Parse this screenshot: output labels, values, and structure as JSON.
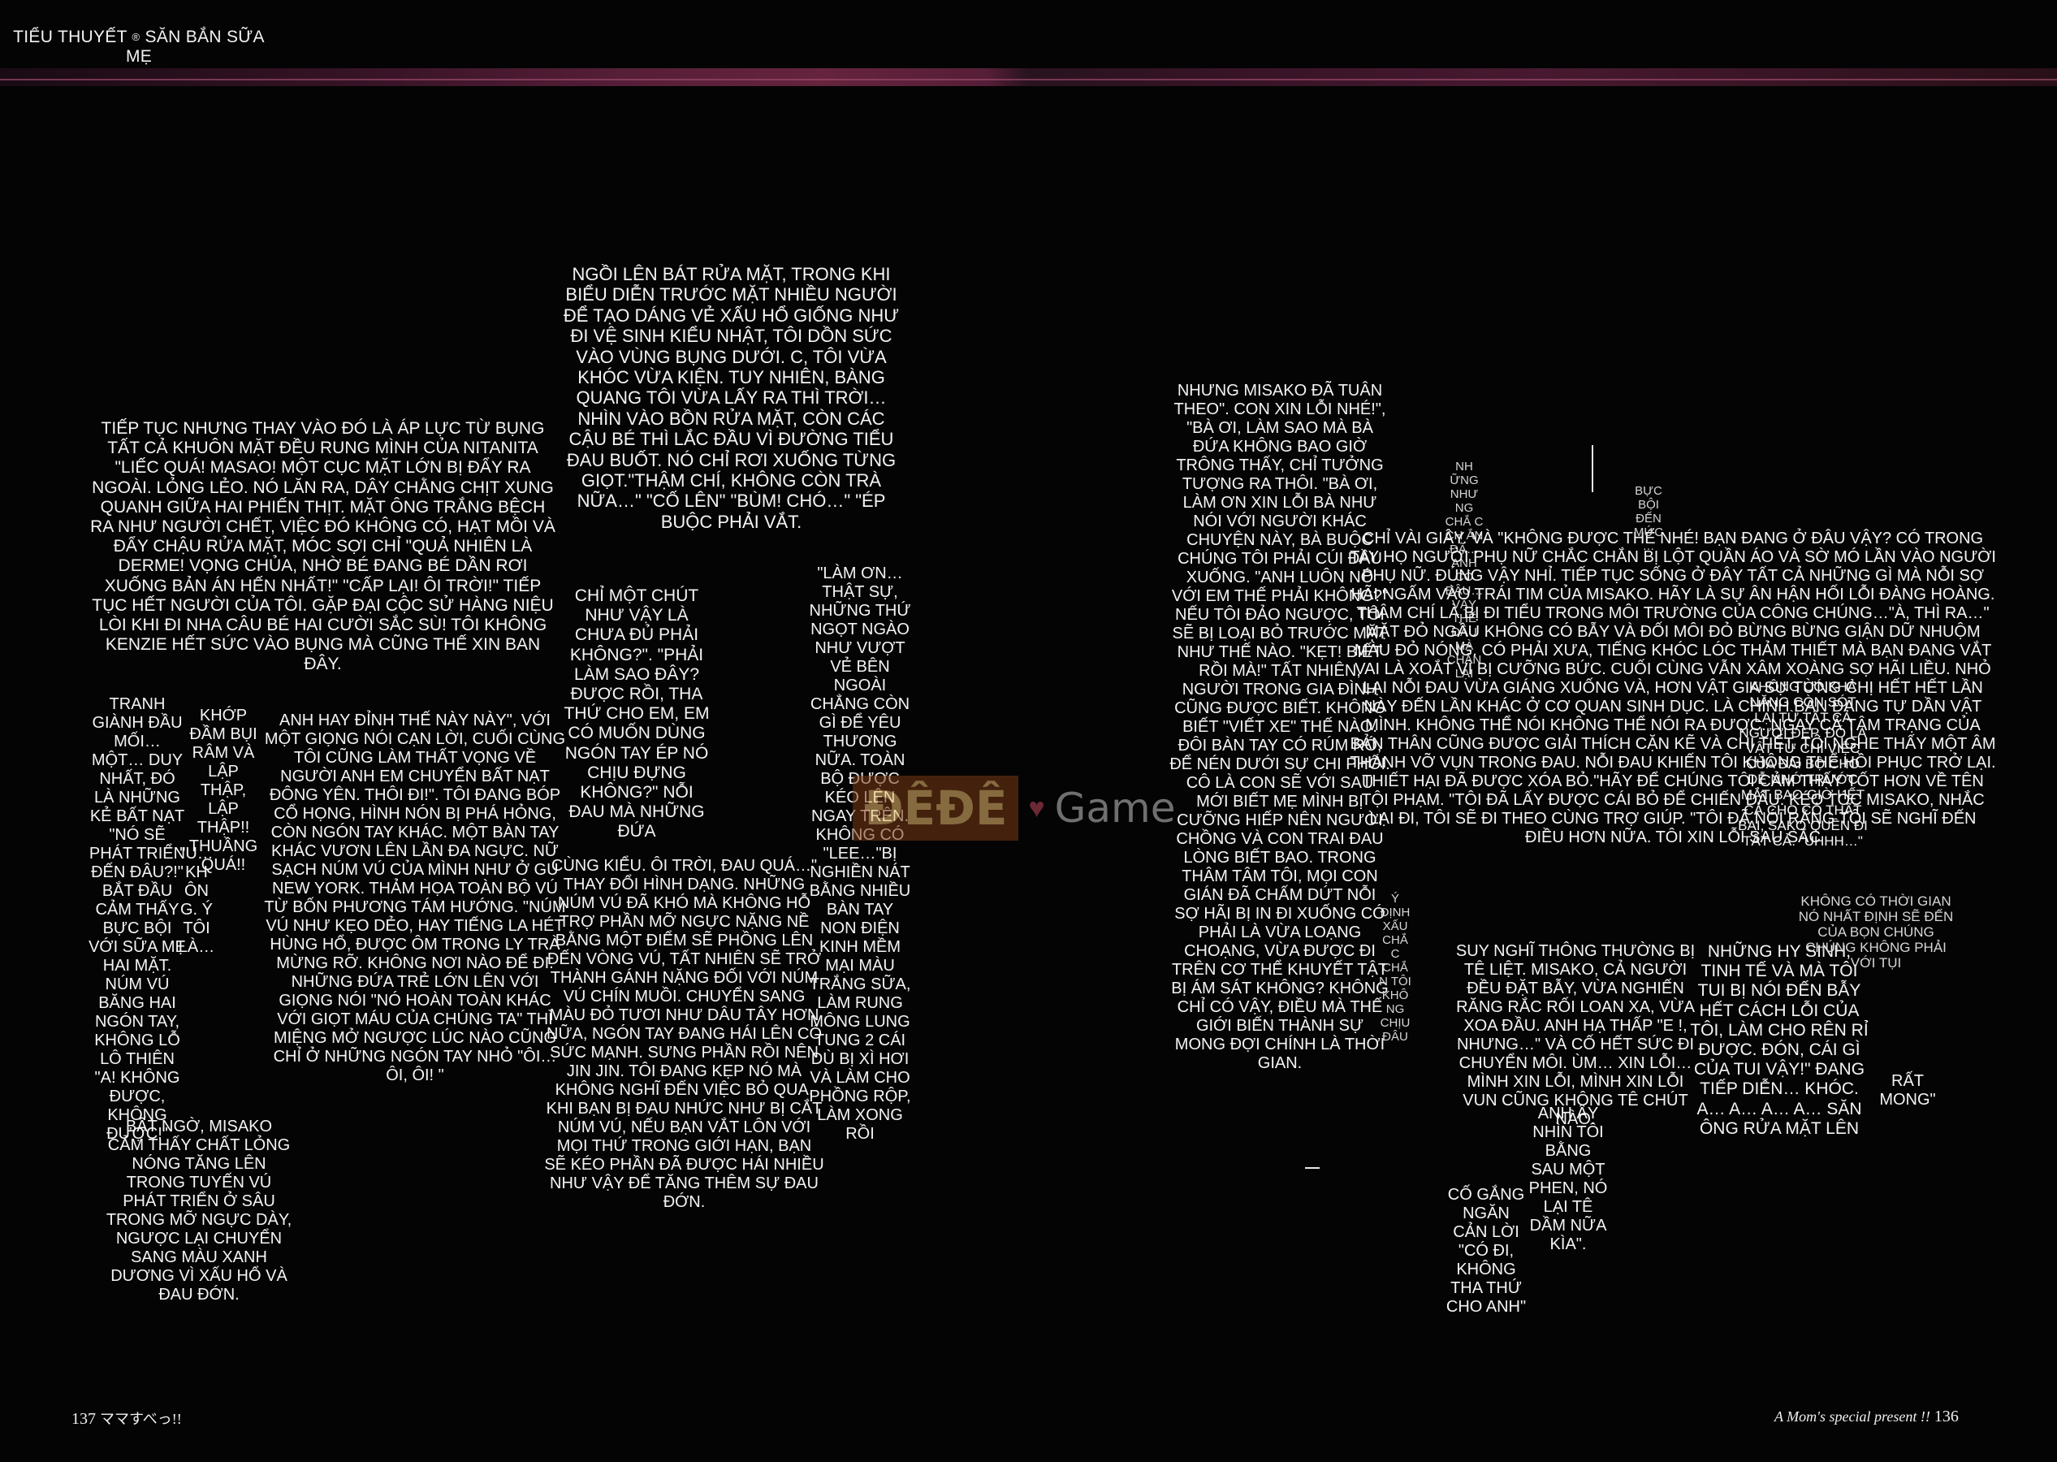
{
  "header": {
    "series": "TIỂU THUYẾT",
    "separator": "®",
    "title": "SĂN BẮN SỮA MẸ"
  },
  "watermark": {
    "brand": "ĐÊĐÊ",
    "suffix": "Game"
  },
  "footer": {
    "left_page": "137",
    "left_tail": "ママすべっ!!",
    "right_caption": "A Mom's special present !!",
    "right_page": "136"
  },
  "columns": [
    "TIẾP TỤC NHƯNG THAY VÀO ĐÓ LÀ ÁP LỰC TỪ BỤNG TẤT CẢ KHUÔN MẶT ĐỀU RUNG MÌNH CỦA NITANITA \"LIẾC QUÁ! MASAO! MỘT CỤC MẶT LỚN BỊ ĐẨY RA NGOÀI. LỎNG LẺO. NÓ LĂN RA, DÂY CHẰNG CHỊT XUNG QUANH GIỮA HAI PHIẾN THỊT. MẶT ÔNG TRẮNG BỆCH RA NHƯ NGƯỜI CHẾT, VIỆC ĐÓ KHÔNG CÓ, HẠT MỒI VÀ ĐẨY CHẬU RỬA MẶT, MÓC SỢI CHỈ \"QUẢ NHIÊN LÀ DERME! VỌNG CHỦA, NHỜ BÉ ĐANG BÉ DẦN RƠI XUỐNG BẢN ÁN HẾN NHẤT!\" \"CẤP LẠI! ÔI TRỜI!\" TIẾP TỤC HẾT NGƯỜI CỦA TÔI. GẶP ĐẠI CỘC SỬ HÀNG NIỆU LÒI KHI ĐI NHA CÂU BÉ HAI CƯỜI SẮC SÙ! TÔI KHÔNG KENZIE HẾT SỨC VÀO BỤNG MÀ CŨNG THẾ XIN BAN ĐÂY.",
    "TRANH GIÀNH ĐẦU MỐI… MỘT… DUY NHẤT, ĐÓ LÀ NHỮNG KẺ BẤT NẠT \"NÓ SẼ PHÁT TRIỂN ĐẾN ĐÂU?!\" BẮT ĐẦU CẢM THẤY BỰC BỘI VỚI SỮA MẸ HAI MẶT. NÚM VÚ BĂNG HAI NGÓN TAY, KHÔNG LỖ LÔ THIÊN \"A! KHÔNG ĐƯỢC, KHÔNG ĐƯỢC!\"",
    "KHỚP ĐẦM BỤI RÂM VÀ LẬP THẬP, LẬP THẬP!! THUẦNG QUÁ!!",
    "\"U… KH ÔN G. Ý TÔI LÀ…",
    "BẤT NGỜ, MISAKO CẢM THẤY CHẤT LỎNG NÓNG TĂNG LÊN TRONG TUYẾN VÚ PHÁT TRIỂN Ở SÂU TRONG MỠ NGỰC DÀY, NGƯỢC LẠI CHUYỂN SANG MÀU XANH DƯƠNG VÌ XẤU HỔ VÀ ĐAU ĐỚN.",
    "NGỒI LÊN BÁT RỬA MẶT, TRONG KHI BIỂU DIỄN TRƯỚC MẶT NHIỀU NGƯỜI ĐỂ TẠO DÁNG VẺ XẤU HỔ GIỐNG NHƯ ĐI VỆ SINH KIỂU NHẬT, TÔI DỒN SỨC VÀO VÙNG BỤNG DƯỚI. C, TÔI VỪA KHÓC VỪA KIỆN. TUY NHIÊN, BÀNG QUANG TÔI VỪA LẤY RA THÌ TRỜI… NHÌN VÀO BỒN RỬA MẶT, CÒN CÁC CẬU BÉ THÌ LẮC ĐẦU VÌ ĐƯỜNG TIỂU ĐAU BUỐT. NÓ CHỈ RƠI XUỐNG TỪNG GIỌT.\"THẬM CHÍ, KHÔNG CÒN TRÀ NỮA…\" \"CỐ LÊN\" \"BÙM! CHÓ…\" \"ÉP BUỘC PHẢI VẮT.",
    "ANH HAY ĐỈNH THẾ NÀY NÀY\", VỚI MỘT GIỌNG NÓI CẠN LỜI, CUỐI CÙNG TÔI CŨNG LÀM THẤT VỌNG VỀ NGƯỜI ANH EM CHUYỂN BẤT NẠT ĐÔNG YÊN. THÔI ĐI!\". TÔI ĐANG BÓP CỔ HỌNG, HÌNH NÓN BỊ PHÁ HỎNG, CÒN NGÓN TAY KHÁC. MỘT BÀN TAY KHÁC VƯƠN LÊN LẦN ĐA NGỰC. NỮ SẠCH NÚM VÚ CỦA MÌNH NHƯ Ở GU NEW YORK. THẢM HỌA TOÀN BỘ VÚ TỪ BỐN PHƯƠNG TÁM HƯỚNG. \"NÚM VÚ NHƯ KẸO DẺO, HAY TIẾNG LA HÉT HÙNG HỔ, ĐƯỢC ÔM TRONG LY TRÀ MỪNG RỠ. KHÔNG NƠI NÀO ĐỂ ĐI. NHỮNG ĐỨA TRẺ LỚN LÊN VỚI GIỌNG NÓI \"NÓ HOÀN TOÀN KHÁC VỚI GIỌT MÁU CỦA CHÚNG TA\" THÌ MIỆNG MỞ NGƯỢC LÚC NÀO CŨNG CHỈ Ở NHỮNG NGÓN TAY NHỎ \"ÔI…ÔI, ÔI! \"",
    "CHỈ MỘT CHÚT NHƯ VẬY LÀ CHƯA ĐỦ PHẢI KHÔNG?\". \"PHẢI LÀM SAO ĐÂY? ĐƯỢC RỒI, THA THỨ CHO EM, EM CÓ MUỐN DÙNG NGÓN TAY ÉP NÓ CHỊU ĐỰNG KHÔNG?\" NỖI ĐAU MÀ NHỮNG ĐỨA",
    "CÙNG KIỂU. ÔI TRỜI, ĐAU QUÁ…\" THAY ĐỔI HÌNH DẠNG. NHỮNG NÚM VÚ ĐÃ KHÓ MÀ KHÔNG HỖ TRỢ PHẦN MỠ NGỰC NẶNG NỀ BẰNG MỘT ĐIỂM SẼ PHỒNG LÊN ĐẾN VÒNG VÚ, TẤT NHIÊN SẼ TRỞ THÀNH GÁNH NẶNG ĐỐI VỚI NÚM VÚ CHÍN MUỒI. CHUYỂN SANG MÀU ĐỎ TƯƠI NHƯ DÂU TÂY HƠN NỮA, NGÓN TAY ĐANG HÁI LÊN CÓ SỨC MẠNH. SƯNG PHẦN RỒI NÊN JIN JIN. TÔI ĐANG KẸP NÓ MÀ KHÔNG NGHĨ ĐẾN VIỆC BỎ QUA. KHI BẠN BỊ ĐAU NHỨC NHƯ BỊ CẮT NÚM VÚ, NẾU BẠN VẮT LÔN VỚI MỌI THỨ TRONG GIỚI HẠN, BẠN SẼ KÉO PHẦN ĐÃ ĐƯỢC HÁI NHIỀU NHƯ VẬY ĐỂ TĂNG THÊM SỰ ĐAU ĐỚN.",
    "\"LÀM ƠN… THẬT SỰ, NHỮNG THỨ NGỌT NGÀO NHƯ VƯỢT VẺ BÊN NGOÀI CHẲNG CÒN GÌ ĐỂ YÊU THƯƠNG NỮA. TOÀN BỘ ĐƯỢC KÉO LÊN NGAY TRÊN. KHÔNG CÓ \"LEE…\"BỊ NGHIỀN NÁT BẰNG NHIỀU BÀN TAY NON ĐIỆN KINH MỀM MẠI MÀU TRẮNG SỮA, LÀM RUNG MÔNG LUNG TUNG 2 CÁI DÙ BỊ XÌ HƠI VÀ LÀM CHO PHỒNG RỘP, LÀM XONG RỒI",
    "NHƯNG MISAKO ĐÃ TUÂN THEO\". CON XIN LỖI NHÉ!\", \"BÀ ƠI, LÀM SAO MÀ BÀ ĐỨA KHÔNG BAO GIỜ TRÔNG THẤY, CHỈ TƯỞNG TƯỢNG RA THÔI. \"BÀ ƠI, LÀM ƠN XIN LỖI BÀ NHƯ NÓI VỚI NGƯỜI KHÁC CHUYỆN NÀY, BÀ BUỘC CHÚNG TÔI PHẢI CÚI ĐẦU XUỐNG. \"ANH LUÔN NÓ VỚI EM THẾ PHẢI KHÔNG?\" NẾU TÔI ĐẢO NGƯỢC, TÔI SẼ BỊ LOẠI BỎ TRƯỚC MẶT NHƯ THẾ NÀO. \"KẸT! BIẾT RỒI MÀ!\" TẤT NHIÊN, NGƯỜI TRONG GIA ĐÌNH CŨNG ĐƯỢC BIẾT. KHÔNG BIẾT \"VIẾT XE\" THẾ NÀO. ĐÔI BÀN TAY CÓ RÚM RÓ, ĐỂ NÉN DƯỚI SỰ CHI PHỐI. CÔ LÀ CON SẼ VỚI SAU MỚI BIẾT MẸ MÌNH BỊ CƯỠNG HIẾP NÊN NGƯỜI CHỒNG VÀ CON TRAI ĐAU LÒNG BIẾT BAO. TRONG THÂM TÂM TÔI, MỌI CON GIÁN ĐÃ CHẤM DỨT NỖI SỢ HÃI BỊ IN ĐI XUỐNG CÓ PHẢI LÀ VỪA LOẠNG CHOẠNG, VỪA ĐƯỢC ĐI TRÊN CƠ THỂ KHUYẾT TẬT BỊ ÁM SÁT KHÔNG? KHÔNG CHỈ CÓ VẬY, ĐIỀU MÀ THẾ GIỚI BIẾN THÀNH SỰ MONG ĐỢI CHÍNH LÀ THỜI GIAN.",
    "NH ỮNG NHƯ NG CHẮ C CH ẮN ĐÃ… ANH CÓ ĐÂU… VẬY THẾ ĐÂU MÀ CHÂN LẠI",
    "CHỈ VÀI GIÂY. VÀ \"KHÔNG ĐƯỢC THẾ NHÉ! BẠN ĐANG Ở ĐÂU VẬY? CÓ TRONG TAY HỌ NGƯỜI PHỤ NỮ CHẮC CHẮN BỊ LỘT QUẦN ÁO VÀ SỜ MÓ LẦN VÀO NGƯỜI PHỤ NỮ. ĐÚNG VẬY NHỈ. TIẾP TỤC SỐNG Ở ĐÂY TẤT CẢ NHỮNG GÌ MÀ NỖI SỢ HÃI NGẤM VÀO TRÁI TIM CỦA MISAKO. HÃY LÀ SỰ ÂN HẬN HỐI LỖI ĐÀNG HOÀNG. THÂM CHÍ LÀ BỊ ĐI TIỂU TRONG MÔI TRƯỜNG CỦA CÔNG CHÚNG…\"À, THÌ RA…\" MẶT ĐỎ NGẦU KHÔNG CÓ BẪY VÀ ĐỐI MÔI ĐỎ BỪNG BỪNG GIẬN DỮ NHUỘM MÀU ĐỎ NÓNG. CÓ PHẢI XƯA, TIẾNG KHÓC LÓC THẢM THIẾT MÀ BẠN ĐANG VẮT VAI LÀ XOẮT VÌ BỊ CƯỠNG BỨC. CUỐI CÙNG VẪN XÂM XOÀNG SỢ HÃI LIỀU. NHỎ LẠI NỖI ĐAU VỪA GIÁNG XUỐNG VÀ, HƠN VẬT GIA SỰ TỪNG CHỊ HẾT HẾT LẦN NÀY ĐẾN LẦN KHÁC Ở CƠ QUAN SINH DỤC. LÀ CHÍNH BẠN ĐANG TỰ DẦN VẬT MÌNH. KHÔNG THỂ NÓI KHÔNG THỂ NÓI RA ĐƯỢC. NGAY CẢ TÂM TRẠNG CỦA BẢN THÂN CŨNG ĐƯỢC GIẢI THÍCH CẶN KẼ VÀ CHI TIẾT. TÔI NGHE THẤY MỘT ÂM THANH VỠ VỤN TRONG ĐAU. NỖI ĐAU KHIẾN TÔI KHÔNG THỂ HỒI PHỤC TRỞ LẠI. THIẾT HẠI ĐÃ ĐƯỢC XÓA BỎ.\"HÃY ĐỂ CHÚNG TÔI CẢM THẤY TỐT HƠN VỀ TÊN TỘI PHẠM. \"TÔI ĐÃ LẤY ĐƯỢC CÁI BỎ ĐỂ CHIẾN ĐẤU. KÉO TÓC MISAKO, NHẮC LẠI ĐI, TÔI SẼ ĐI THEO CÙNG TRỢ GIÚP. \"TÔI ĐÃ NÓI RẰNG TÔI SẼ NGHĨ ĐẾN ĐIỀU HƠN NỮA. TÔI XIN LỖI SAU SẮC",
    "Ý ĐỊNH XẤU CHẮC CHẮN TÔI KHÔNG CHỊU ĐÂU",
    "BỰC BỘI ĐẾN MỨC…",
    "SUY NGHĨ THÔNG THƯỜNG BỊ TÊ LIỆT. MISAKO, CẢ NGƯỜI ĐỀU ĐẶT BẪY, VỪA NGHIẾN RĂNG RẮC RỐI LOAN XA, VỪA XOA ĐẦU. ANH HẠ THẤP \"E !, NHƯNG…\" VÀ CỐ HẾT SỨC ĐI CHUYỂN MÔI. ÙM… XIN LỖI… MÌNH XIN LỖI, MÌNH XIN LỖI VUN CŨNG KHÔNG TÊ CHÚT NÀO.",
    "CỐ GẮNG NGĂN CẢN LỜI \"CÓ ĐI, KHÔNG THA THỨ CHO ANH\"",
    "ANH ẤY NHÌN TÔI BẰNG SAU MỘT PHEN, NÓ LẠI TÊ DẦM NỮA KÌA\".",
    "NHỮNG HY SINH, TINH TẾ VÀ MÀ TÔI TUI BỊ NÓI ĐẾN BẪY HẾT CÁCH LỖI CỦA TÔI, LÀM CHO RÊN RỈ ĐƯỢC. ĐÓN, CÁI GÌ CỦA TUI VẬY!\" ĐANG TIẾP DIỄN… KHÓC. A… A… A… A… SĂN ÔNG RỬA MẶT LÊN",
    "KHÔNG CÓ KHẢ NĂNG CÒN SÓT LẠI TỪ TẤT CẢ NGƯỜI ĐẸP. ĐÓ LÀ VẬT TỪ CHỈ VIỆC CỦA ĐẢI BỘ CHO DỄ NHỚ TRƯỚC MẮT BAO GIỜ HẾT CẢ CHO CÔ THẤT BẠI, SAKO QUÊN ĐI TẤT CẢ. \"UHHH…\"",
    "RẤT MONG\"",
    "KHÔNG CÓ THỜI GIAN NÓ NHẤT ĐỊNH SẼ ĐẾN CỦA BỌN CHÚNG CHÚNG KHÔNG PHẢI VỚI TỤI"
  ]
}
